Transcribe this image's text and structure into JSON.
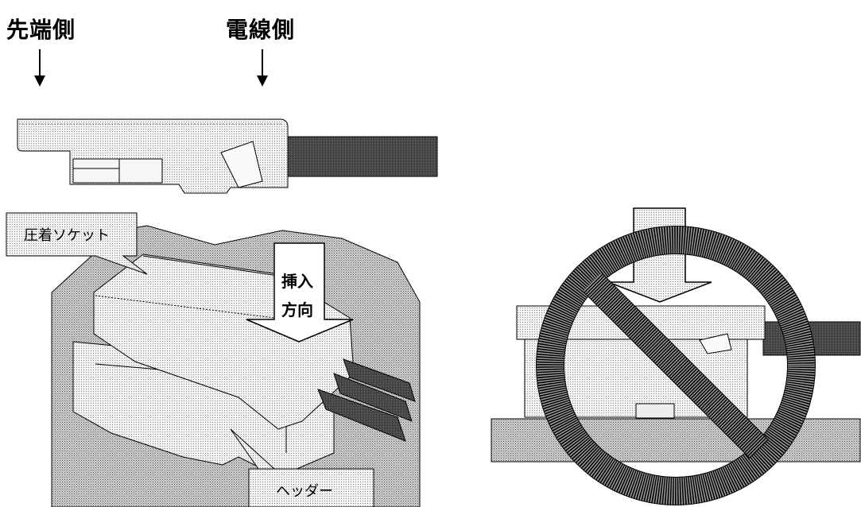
{
  "labels": {
    "tip_side": "先端側",
    "wire_side": "電線側",
    "crimp_socket": "圧着ソケット",
    "header": "ヘッダー",
    "insert_1": "挿入",
    "insert_2": "方向"
  },
  "colors": {
    "line": "#000000",
    "light_fill": "#e8e8e8",
    "mid_fill": "#d6d6d6",
    "dark_fill": "#4a4a4a",
    "wire_fill": "#3a3a3a",
    "prohibit_ring": "#7a7a7a"
  },
  "icons": {
    "prohibition": "prohibited-sign-icon"
  }
}
